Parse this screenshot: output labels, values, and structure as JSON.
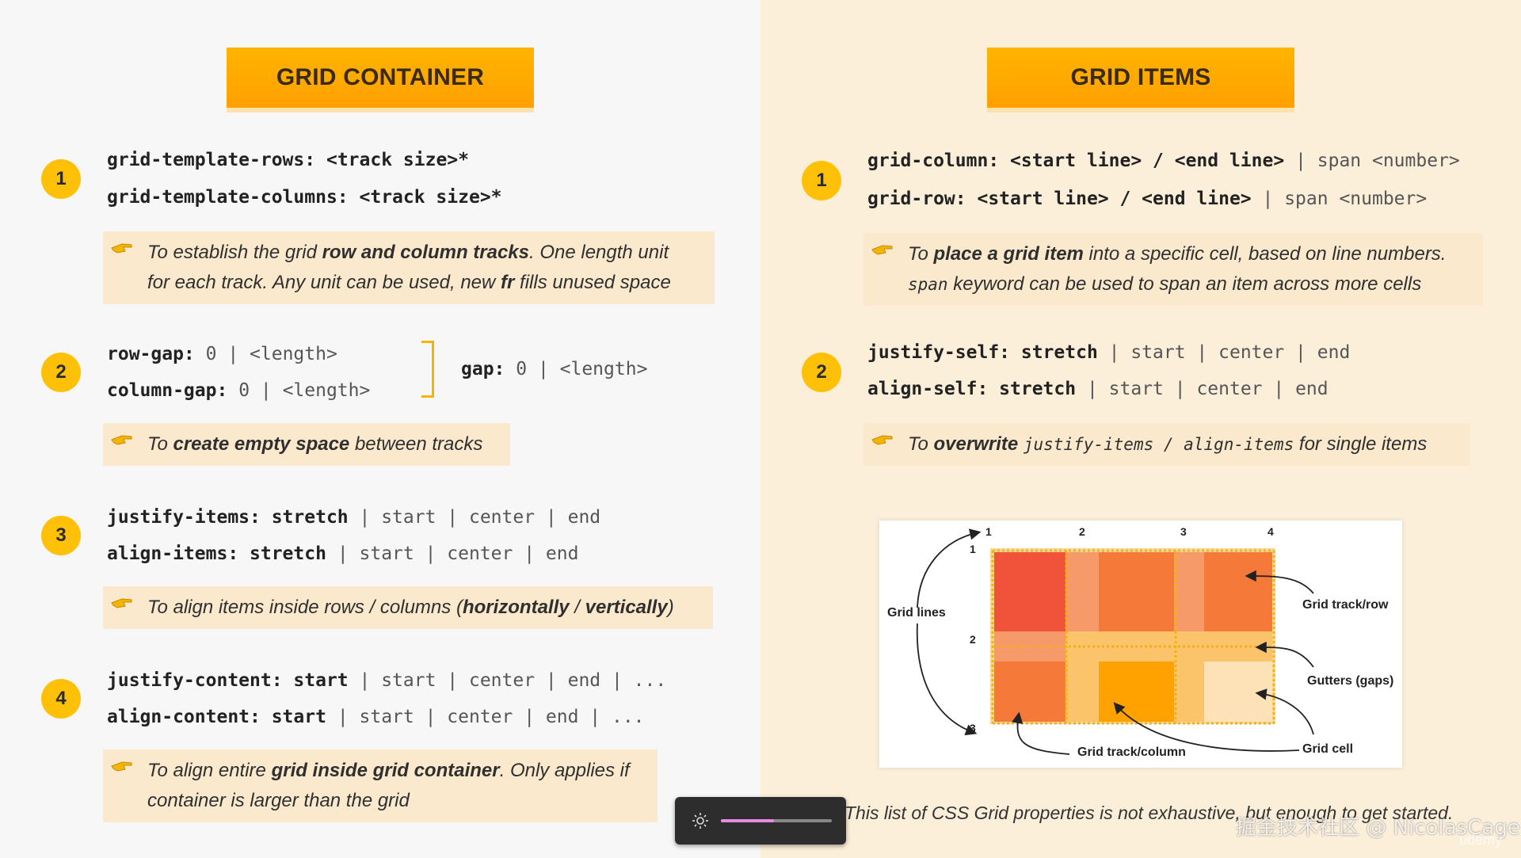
{
  "left": {
    "title": "GRID CONTAINER",
    "sections": [
      {
        "number": "1",
        "lines": [
          {
            "prop": "grid-template-rows:",
            "value": "<track size>*"
          },
          {
            "prop": "grid-template-columns:",
            "value": "<track size>*"
          }
        ],
        "note": {
          "l1a": "To establish the grid ",
          "l1b": "row and column tracks",
          "l1c": ". One length unit",
          "l2a": "for each track. Any unit can be used, new ",
          "l2b": "fr",
          "l2c": " fills unused space"
        }
      },
      {
        "number": "2",
        "lines": [
          {
            "prop": "row-gap:",
            "value": "0 | <length>"
          },
          {
            "prop": "column-gap:",
            "value": "0 | <length>"
          }
        ],
        "combined": {
          "prop": "gap:",
          "value": "0 | <length>"
        },
        "note": {
          "a": "To ",
          "b": "create empty space",
          "c": " between tracks"
        }
      },
      {
        "number": "3",
        "lines": [
          {
            "prop": "justify-items: stretch",
            "value": "| start | center | end"
          },
          {
            "prop": "align-items: stretch",
            "value": "| start | center | end"
          }
        ],
        "note": {
          "a": "To align items inside rows / columns (",
          "b": "horizontally",
          "c": " / ",
          "d": "vertically",
          "e": ")"
        }
      },
      {
        "number": "4",
        "lines": [
          {
            "prop": "justify-content: start",
            "value": "| start | center | end | ..."
          },
          {
            "prop": "align-content: start",
            "value": "| start | center | end | ..."
          }
        ],
        "note": {
          "l1a": "To align entire ",
          "l1b": "grid inside grid container",
          "l1c": ". Only applies if",
          "l2": "container is larger than the grid"
        }
      }
    ]
  },
  "right": {
    "title": "GRID ITEMS",
    "sections": [
      {
        "number": "1",
        "lines": [
          {
            "prop": "grid-column: <start line> / <end line>",
            "value": "| span <number>"
          },
          {
            "prop": "grid-row: <start line> / <end line>",
            "value": "| span <number>"
          }
        ],
        "note": {
          "l1a": "To ",
          "l1b": "place a grid item",
          "l1c": " into a specific cell, based on line numbers.",
          "l2a": "span",
          "l2b": " keyword can be used to span an item across more cells"
        }
      },
      {
        "number": "2",
        "lines": [
          {
            "prop": "justify-self: stretch",
            "value": "| start | center | end"
          },
          {
            "prop": "align-self: stretch",
            "value": "| start | center | end"
          }
        ],
        "note": {
          "a": "To ",
          "b": "overwrite",
          "c": " ",
          "d": "justify-items / align-items",
          "e": " for single items"
        }
      }
    ],
    "diagram": {
      "col_numbers": [
        "1",
        "2",
        "3",
        "4"
      ],
      "row_numbers": [
        "1",
        "2",
        "3"
      ],
      "labels": {
        "grid_lines": "Grid lines",
        "track_row": "Grid track/row",
        "gutters": "Gutters (gaps)",
        "grid_cell": "Grid cell",
        "track_column": "Grid track/column"
      }
    }
  },
  "footer": "This list of CSS Grid properties is not exhaustive, but enough to get started.",
  "watermark": "掘金技术社区 @ NicolasCage",
  "watermark2": "udemy",
  "player": {
    "progress": 0.48
  },
  "colors": {
    "accent": "#ffc107",
    "banner": "#ffa800",
    "note_bg": "#fbe9cd",
    "progress": "#e88be0"
  }
}
